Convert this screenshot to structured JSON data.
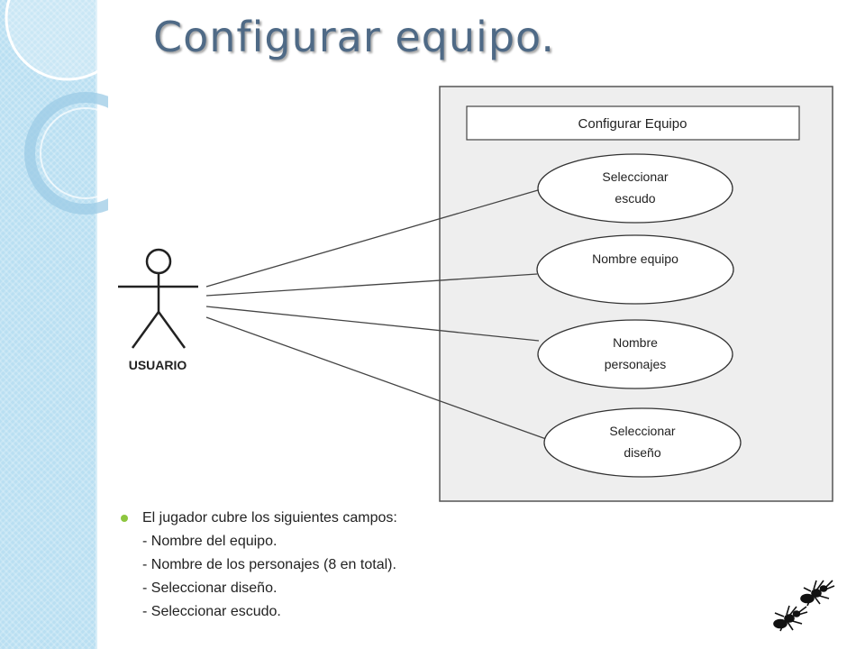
{
  "slide": {
    "title": "Configurar equipo."
  },
  "diagram": {
    "system_label": "Configurar Equipo",
    "actor_label": "USUARIO",
    "use_cases": [
      {
        "line1": "Seleccionar",
        "line2": "escudo"
      },
      {
        "line1": "Nombre equipo",
        "line2": ""
      },
      {
        "line1": "Nombre",
        "line2": "personajes"
      },
      {
        "line1": "Seleccionar",
        "line2": "diseño"
      }
    ]
  },
  "notes": {
    "intro": "El jugador cubre los siguientes campos:",
    "items": [
      "- Nombre del equipo.",
      "- Nombre de los personajes (8 en total).",
      "- Seleccionar diseño.",
      "- Seleccionar escudo."
    ]
  },
  "colors": {
    "title": "#4f6a86",
    "bullet": "#8dc63f",
    "band": "#b9dff2",
    "system_bg": "#eeeeee"
  }
}
